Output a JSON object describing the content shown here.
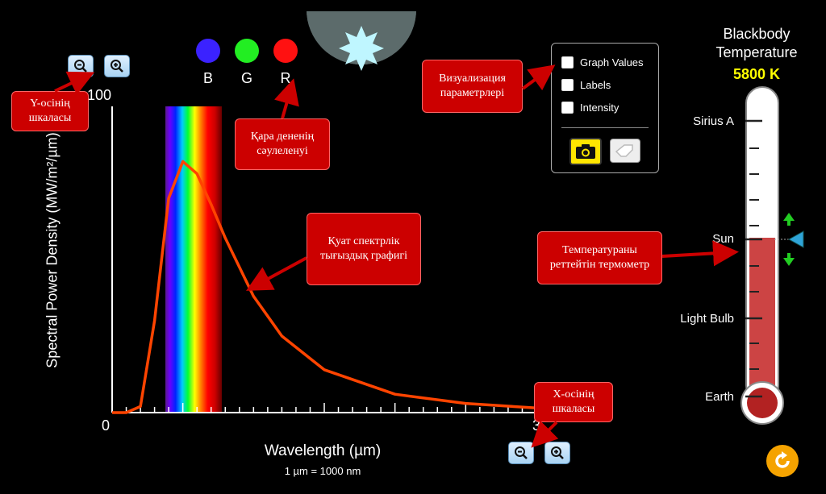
{
  "graph": {
    "y_axis_label": "Spectral Power Density (MW/m²/µm)",
    "y_max_label": "100",
    "x_axis_label": "Wavelength (µm)",
    "x_unit_note": "1 µm  =  1000 nm",
    "x_min_label": "0",
    "x_max_label": "3"
  },
  "color_dots": [
    {
      "label": "B",
      "color": "#3b22ff"
    },
    {
      "label": "G",
      "color": "#22ee22"
    },
    {
      "label": "R",
      "color": "#ff1111"
    }
  ],
  "options": {
    "graph_values": "Graph Values",
    "labels": "Labels",
    "intensity": "Intensity"
  },
  "thermometer": {
    "title_line1": "Blackbody",
    "title_line2": "Temperature",
    "value": "5800 K",
    "value_color": "#ffff00",
    "fill_level_kelvin": 5800,
    "markers": [
      "Sirius A",
      "Sun",
      "Light Bulb",
      "Earth"
    ]
  },
  "callouts": {
    "y_scale": "Y-осінің шкаласы",
    "blackbody_radiation": "Қара дененің сәулеленуі",
    "visual_params": "Визуализация параметрлері",
    "spectral_graph": "Қуат спектрлік тығыздық графигі",
    "thermometer": "Температураны реттейтін термометр",
    "x_scale": "X-осінің шкаласы"
  },
  "chart_data": {
    "type": "line",
    "xlim": [
      0,
      3
    ],
    "series": [
      {
        "x": [
          0.1,
          0.2,
          0.3,
          0.4,
          0.5,
          0.6,
          0.7,
          0.8,
          1.0,
          1.2,
          1.5,
          2.0,
          2.5,
          3.0
        ],
        "y": [
          0,
          2,
          30,
          70,
          82,
          78,
          68,
          57,
          38,
          25,
          14,
          6,
          3,
          1.5
        ]
      }
    ]
  }
}
